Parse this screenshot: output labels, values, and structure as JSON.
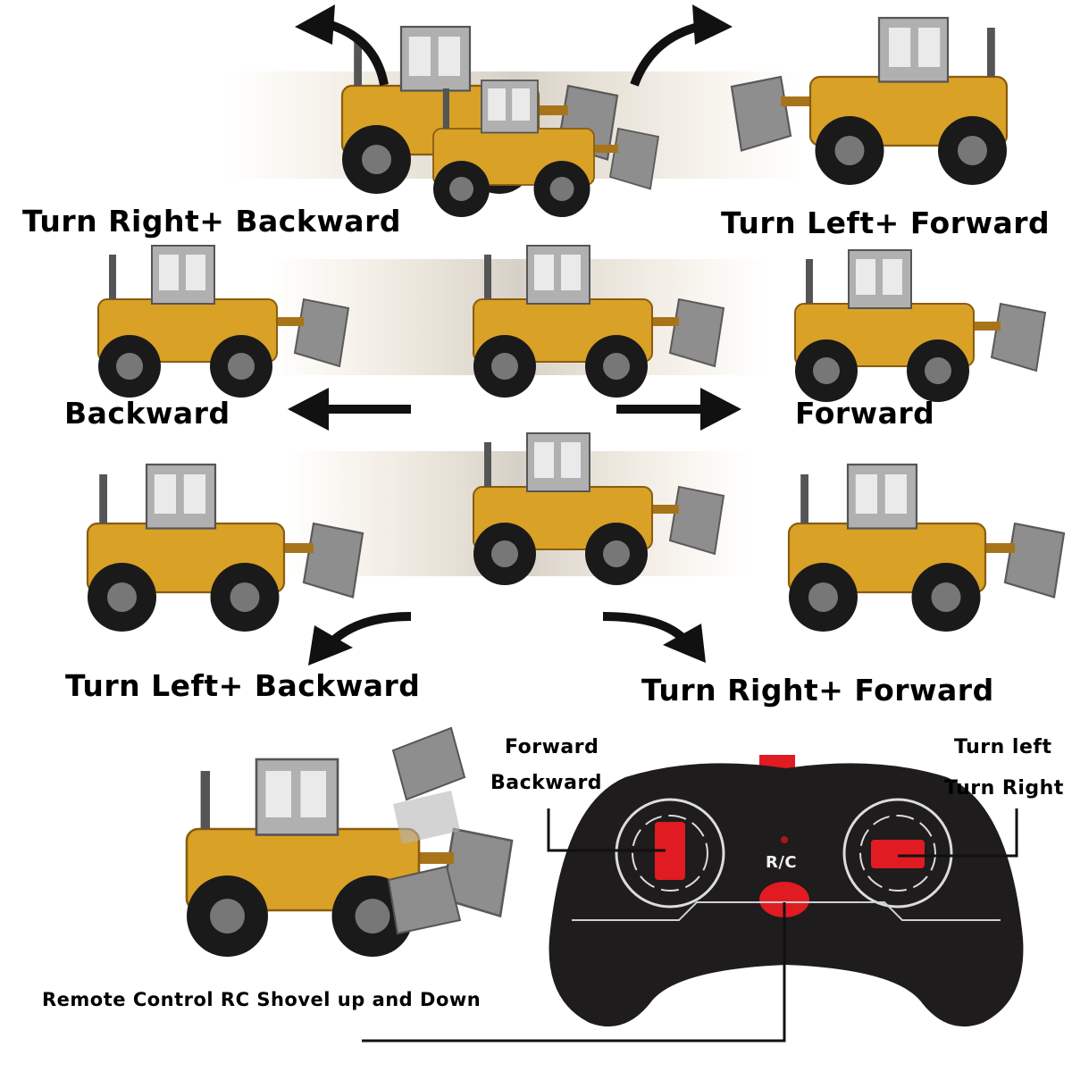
{
  "labels": {
    "turn_right_backward": "Turn Right+ Backward",
    "turn_left_forward": "Turn Left+ Forward",
    "backward": "Backward",
    "forward": "Forward",
    "turn_left_backward": "Turn Left+ Backward",
    "turn_right_forward": "Turn Right+ Forward",
    "shovel_caption": "Remote Control RC Shovel up and Down"
  },
  "remote": {
    "left_stick_label_1": "Forward",
    "left_stick_label_2": "Backward",
    "right_stick_label_1": "Turn left",
    "right_stick_label_2": "Turn Right",
    "badge": "R/C"
  },
  "colors": {
    "truck_body": "#d9a126",
    "truck_dark": "#a8741a",
    "bucket": "#8e8e8e",
    "remote_body": "#1e1c1c",
    "remote_accent": "#e01b22"
  }
}
